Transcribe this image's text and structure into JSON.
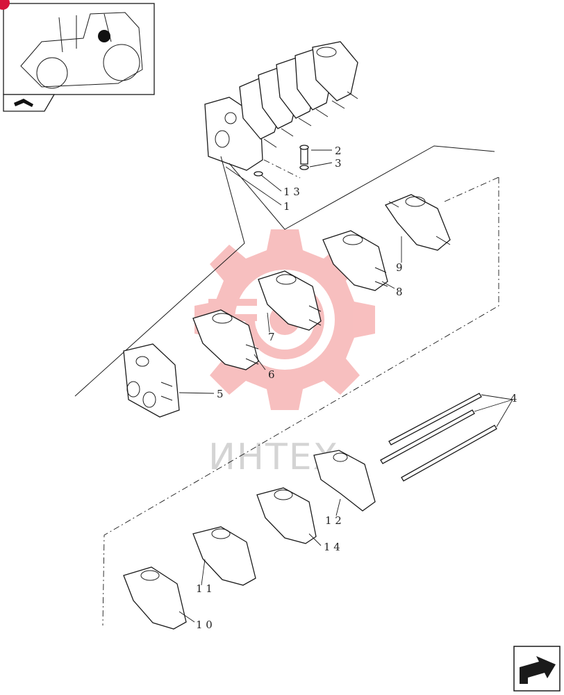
{
  "watermark": {
    "text": "ИНТЕХ",
    "color": "#f3a0a0"
  },
  "thumbnail": {
    "label": "",
    "marker_color": "#d6133a"
  },
  "nav_icon": {
    "name": "next-page-arrow-icon"
  },
  "callouts": {
    "c1": "1",
    "c2": "2",
    "c3": "3",
    "c4": "4",
    "c5": "5",
    "c6": "6",
    "c7": "7",
    "c8": "8",
    "c9": "9",
    "c10": "1 0",
    "c11": "1 1",
    "c12": "1 2",
    "c13": "1 3",
    "c14": "1 4"
  }
}
